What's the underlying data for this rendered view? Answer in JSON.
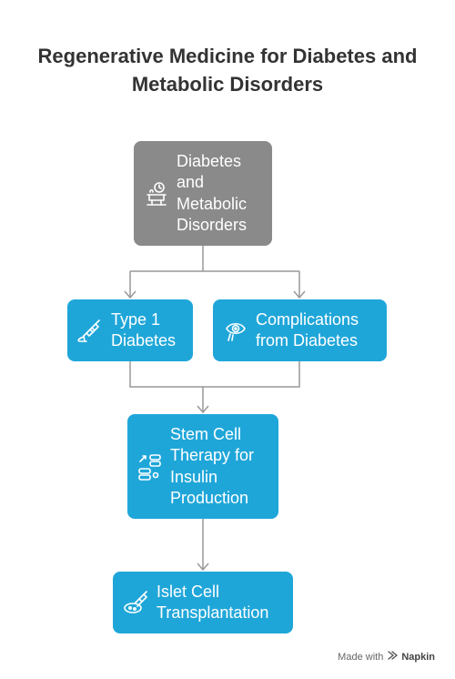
{
  "title": "Regenerative Medicine for Diabetes and\nMetabolic Disorders",
  "nodes": {
    "root": {
      "label": "Diabetes\nand\nMetabolic\nDisorders",
      "icon": "scale-icon",
      "color": "#8a8a8a"
    },
    "type1": {
      "label": "Type 1\nDiabetes",
      "icon": "syringe-icon",
      "color": "#1fa6d9"
    },
    "complications": {
      "label": "Complications\nfrom Diabetes",
      "icon": "eye-icon",
      "color": "#1fa6d9"
    },
    "stem_cell": {
      "label": "Stem Cell\nTherapy for\nInsulin\nProduction",
      "icon": "cell-stack-icon",
      "color": "#1fa6d9"
    },
    "islet": {
      "label": "Islet Cell\nTransplantation",
      "icon": "petri-dish-icon",
      "color": "#1fa6d9"
    }
  },
  "edges": [
    {
      "from": "root",
      "to": "type1"
    },
    {
      "from": "root",
      "to": "complications"
    },
    {
      "from": "type1",
      "to": "stem_cell"
    },
    {
      "from": "complications",
      "to": "stem_cell"
    },
    {
      "from": "stem_cell",
      "to": "islet"
    }
  ],
  "footer": {
    "prefix": "Made with",
    "brand": "Napkin",
    "icon": "napkin-logo-icon"
  },
  "colors": {
    "connector": "#999999",
    "title": "#333333"
  }
}
